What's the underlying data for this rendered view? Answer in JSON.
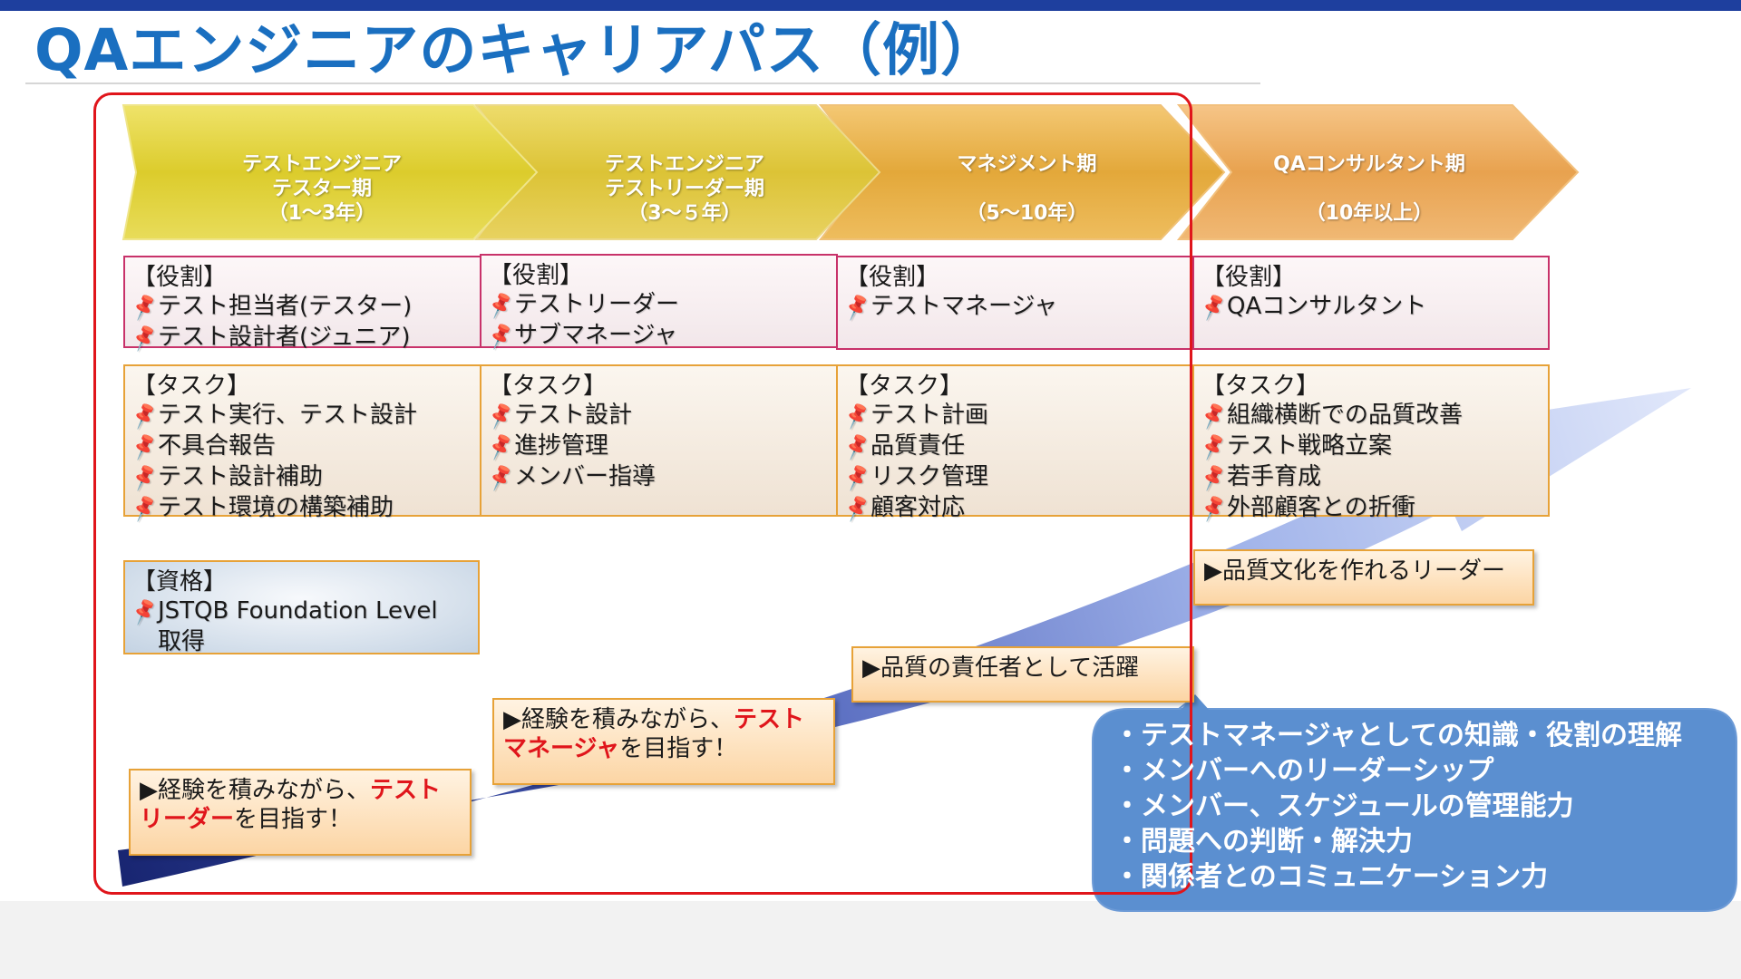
{
  "title": "QAエンジニアのキャリアパス（例）",
  "stages": [
    {
      "line1": "テストエンジニア",
      "line2": "テスター期",
      "line3": "（1～3年）"
    },
    {
      "line1": "テストエンジニア",
      "line2": "テストリーダー期",
      "line3": "（3～５年）"
    },
    {
      "line1": "マネジメント期",
      "line2": "",
      "line3": "（5～10年）"
    },
    {
      "line1": "QAコンサルタント期",
      "line2": "",
      "line3": "（10年以上）"
    }
  ],
  "roles": {
    "header": "【役割】",
    "columns": [
      [
        "テスト担当者(テスター)",
        "テスト設計者(ジュニア)"
      ],
      [
        "テストリーダー",
        "サブマネージャ"
      ],
      [
        "テストマネージャ"
      ],
      [
        "QAコンサルタント"
      ]
    ]
  },
  "tasks": {
    "header": "【タスク】",
    "columns": [
      [
        "テスト実行、テスト設計",
        "不具合報告",
        "テスト設計補助",
        "テスト環境の構築補助"
      ],
      [
        "テスト設計",
        "進捗管理",
        "メンバー指導"
      ],
      [
        "テスト計画",
        "品質責任",
        "リスク管理",
        "顧客対応"
      ],
      [
        "組織横断での品質改善",
        "テスト戦略立案",
        "若手育成",
        "外部顧客との折衝"
      ]
    ]
  },
  "qualification": {
    "header": "【資格】",
    "item_line1": "JSTQB Foundation Level",
    "item_line2": "取得"
  },
  "goals": [
    {
      "prefix": "▶経験を積みながら、",
      "highlight1": "テスト",
      "highlight2": "リーダー",
      "suffix": "を目指す！"
    },
    {
      "prefix": "▶経験を積みながら、",
      "highlight1": "テスト",
      "highlight2": "マネージャ",
      "suffix": "を目指す！"
    },
    {
      "text": "▶品質の責任者として活躍"
    },
    {
      "text": "▶品質文化を作れるリーダー"
    }
  ],
  "callout": [
    "・テストマネージャとしての知識・役割の理解",
    "・メンバーへのリーダーシップ",
    "・メンバー、スケジュールの管理能力",
    "・問題への判断・解決力",
    "・関係者とのコミュニケーション力"
  ],
  "colors": {
    "title": "#1a6fc0",
    "top_bar": "#1e3f9e",
    "highlight": "#e0151b",
    "frame": "#e0151b",
    "callout": "#5b8fd0",
    "stage1": "#e3d23b",
    "stage2": "#e3c83e",
    "stage3": "#e9b045",
    "stage4": "#eeab58"
  },
  "icons": {
    "bullet": "pushpin-icon"
  }
}
